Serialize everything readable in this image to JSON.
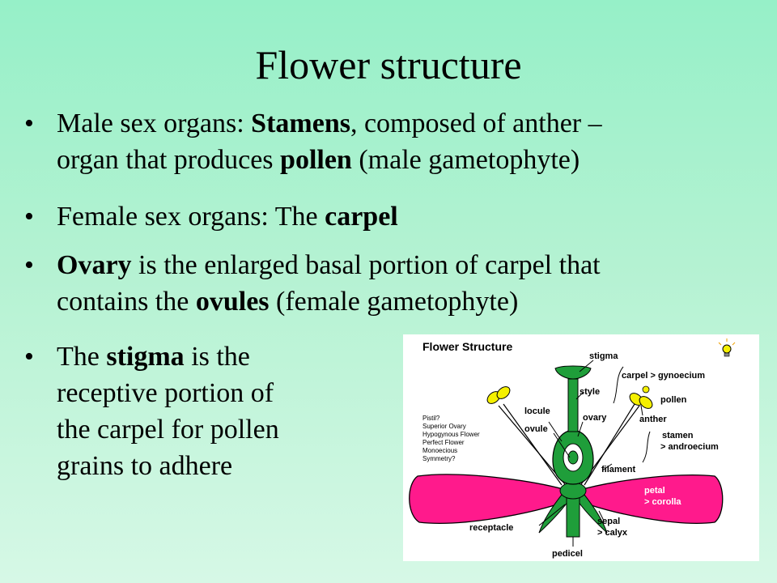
{
  "title": "Flower structure",
  "bullets": [
    {
      "s0": "Male sex organs: ",
      "b0": "Stamens",
      "s1": ", composed of anther –",
      "s2": "organ that produces ",
      "b1": "pollen",
      "s3": " (male gametophyte)"
    },
    {
      "s0": "Female sex organs: The ",
      "b0": "carpel"
    },
    {
      "b0": "Ovary",
      "s0": " is the enlarged basal portion of carpel that",
      "s1": "contains the ",
      "b1": "ovules",
      "s2": " (female gametophyte)"
    },
    {
      "s0": "The ",
      "b0": "stigma",
      "s1": " is the",
      "s2": "receptive portion of",
      "s3": "the carpel for pollen",
      "s4": "grains to adhere"
    }
  ],
  "bullet_symbol": "•",
  "diagram": {
    "title": "Flower Structure",
    "notes": [
      "Pistil?",
      "Superior Ovary",
      "Hypogynous Flower",
      "Perfect Flower",
      "Monoecious",
      "Symmetry?"
    ],
    "labels": {
      "stigma": "stigma",
      "style": "style",
      "carpel": "carpel > gynoecium",
      "pollen": "pollen",
      "locule": "locule",
      "ovary": "ovary",
      "anther": "anther",
      "ovule": "ovule",
      "stamen": "stamen",
      "androecium": "> androecium",
      "filament": "filament",
      "petal": "petal",
      "corolla": "> corolla",
      "receptacle": "receptacle",
      "sepal": "sepal",
      "calyx": "> calyx",
      "pedicel": "pedicel"
    },
    "colors": {
      "petal": "#ff1a8c",
      "green": "#1f9e3a",
      "anther": "#f5f000",
      "outline": "#000000"
    },
    "icon": "lightbulb-icon"
  }
}
